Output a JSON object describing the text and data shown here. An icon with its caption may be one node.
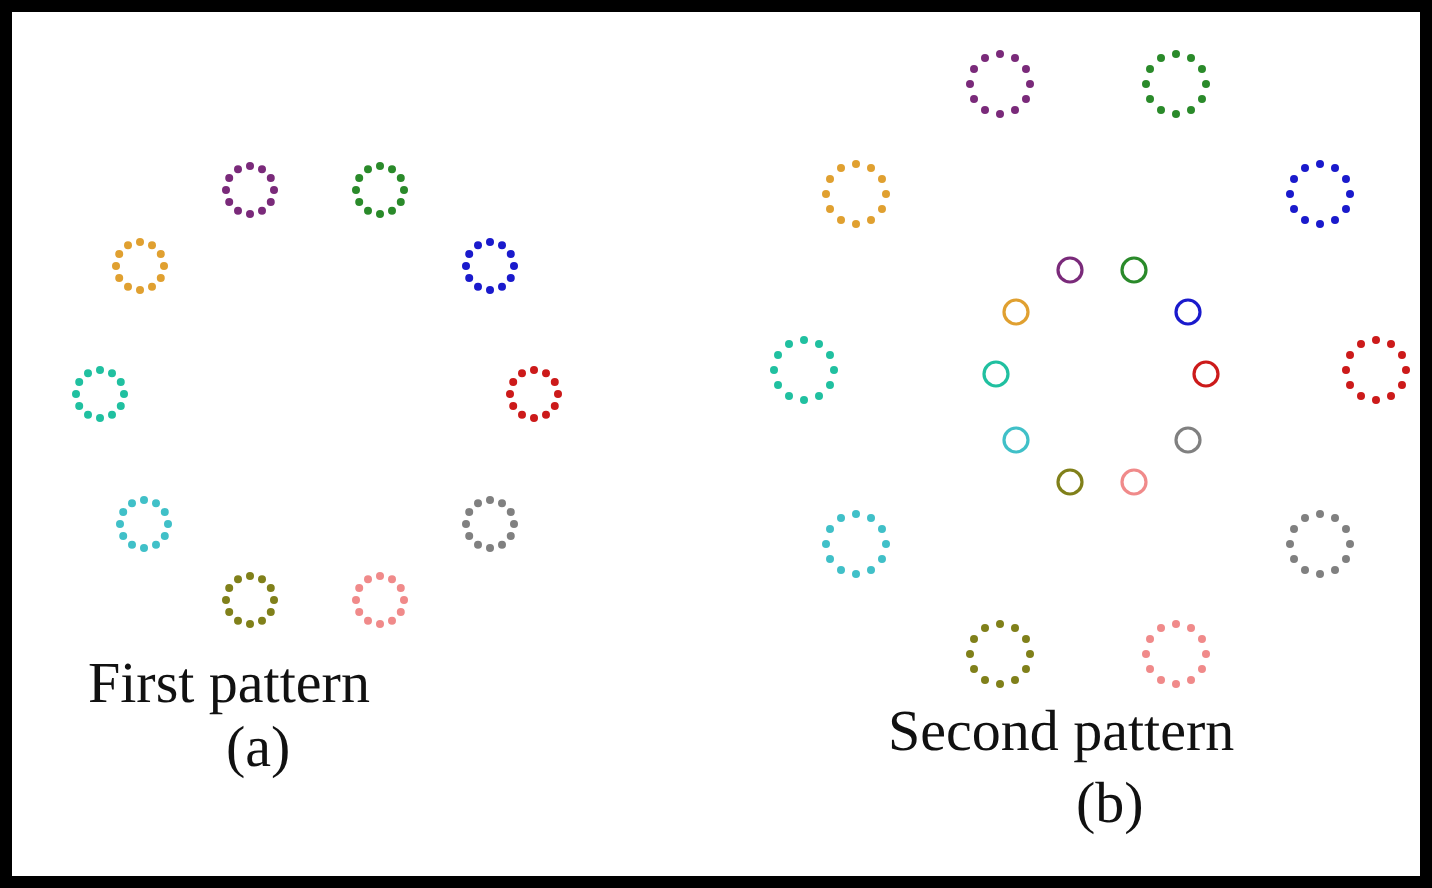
{
  "diagram": {
    "labels": [
      "First pattern",
      "(a)",
      "Second pattern",
      "(b)"
    ]
  }
}
